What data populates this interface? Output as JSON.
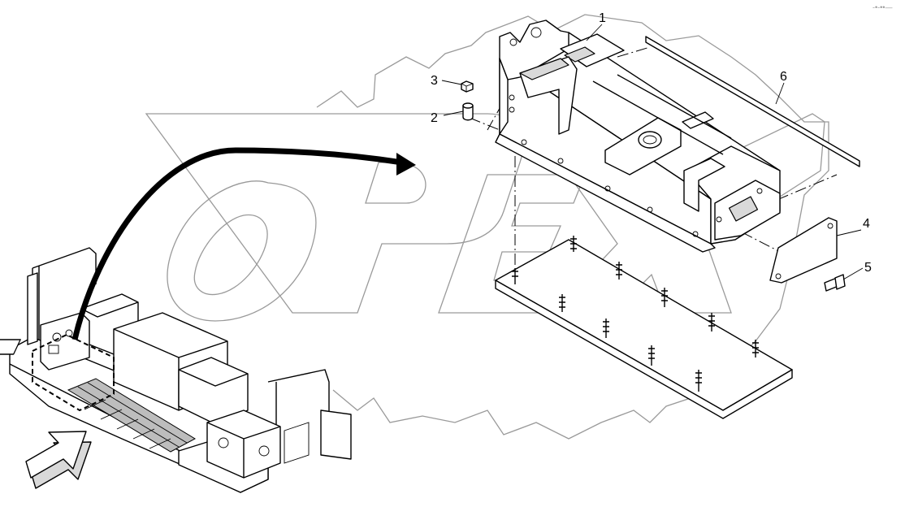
{
  "watermark": {
    "logo_text": "OPEX",
    "corner_text": "-•-••—"
  },
  "callouts": [
    {
      "id": "1",
      "label": "1"
    },
    {
      "id": "2",
      "label": "2"
    },
    {
      "id": "3",
      "label": "3"
    },
    {
      "id": "4",
      "label": "4"
    },
    {
      "id": "5",
      "label": "5"
    },
    {
      "id": "6",
      "label": "6"
    }
  ],
  "colors": {
    "line": "#000000",
    "watermark": "#9a9a9a",
    "grate": "#bdbdbd"
  }
}
